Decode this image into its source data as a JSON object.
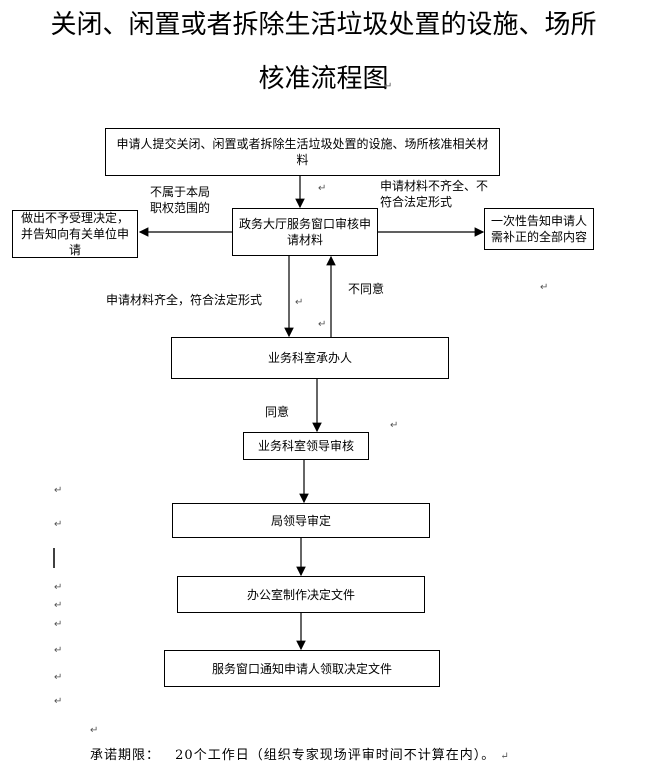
{
  "title": {
    "line1": "关闭、闲置或者拆除生活垃圾处置的设施、场所",
    "line2": "核准流程图"
  },
  "nodes": {
    "submit": "申请人提交关闭、闲置或者拆除生活垃圾处置的设施、场所核准相关材料",
    "review": "政务大厅服务窗口审核申请材料",
    "reject": "做出不予受理决定，并告知向有关单位申请",
    "notify": "一次性告知申请人需补正的全部内容",
    "handler": "业务科室承办人",
    "dept_leader": "业务科室领导审核",
    "bureau_leader": "局领导审定",
    "office": "办公室制作决定文件",
    "window": "服务窗口通知申请人领取决定文件"
  },
  "edges": {
    "not_in_scope": "不属于本局职权范围的",
    "incomplete": "申请材料不齐全、不符合法定形式",
    "complete": "申请材料齐全，符合法定形式",
    "disagree": "不同意",
    "agree": "同意"
  },
  "footer": {
    "label": "承诺期限：",
    "value": "20个工作日（组织专家现场评审时间不计算在内）。"
  },
  "paragraph_mark": "↵"
}
